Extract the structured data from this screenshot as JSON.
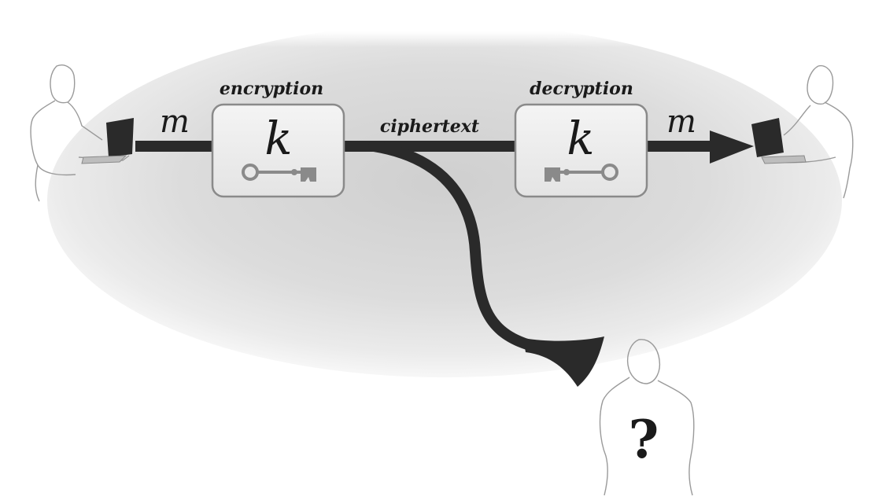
{
  "diagram": {
    "sender_message": "m",
    "receiver_message": "m",
    "encryption": {
      "title": "encryption",
      "key_symbol": "k"
    },
    "channel_label": "ciphertext",
    "decryption": {
      "title": "decryption",
      "key_symbol": "k"
    },
    "eavesdropper_mark": "?"
  }
}
